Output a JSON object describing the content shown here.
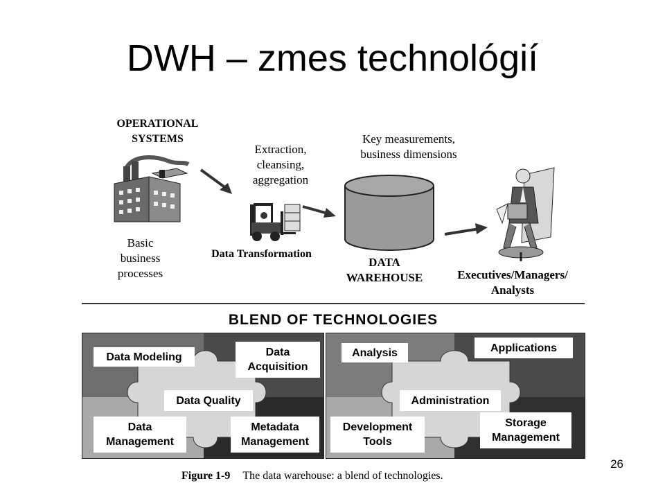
{
  "slide": {
    "title": "DWH – zmes technológií",
    "page_number": "26"
  },
  "top_diagram": {
    "operational_systems": [
      "OPERATIONAL",
      "SYSTEMS"
    ],
    "basic_processes": [
      "Basic",
      "business",
      "processes"
    ],
    "extraction": [
      "Extraction,",
      "cleansing,",
      "aggregation"
    ],
    "data_transformation": "Data Transformation",
    "key_measurements": [
      "Key measurements,",
      "business dimensions"
    ],
    "data_warehouse": [
      "DATA",
      "WAREHOUSE"
    ],
    "executives": [
      "Executives/Managers/",
      "Analysts"
    ]
  },
  "blend": {
    "heading": "BLEND OF TECHNOLOGIES",
    "left_pieces": {
      "data_modeling": "Data Modeling",
      "data_acquisition": [
        "Data",
        "Acquisition"
      ],
      "data_quality": "Data Quality",
      "data_management": [
        "Data",
        "Management"
      ],
      "metadata_management": [
        "Metadata",
        "Management"
      ]
    },
    "right_pieces": {
      "analysis": "Analysis",
      "applications": "Applications",
      "administration": "Administration",
      "development_tools": [
        "Development",
        "Tools"
      ],
      "storage_management": [
        "Storage",
        "Management"
      ]
    }
  },
  "figure_caption": {
    "label": "Figure 1-9",
    "text": "The data warehouse: a blend of technologies."
  },
  "colors": {
    "dark_piece": "#4a4a4a",
    "mid_piece": "#7a7a7a",
    "light_piece": "#a9a9a9",
    "darkest_piece": "#2a2a2a",
    "cylinder": "#9a9a9a"
  }
}
